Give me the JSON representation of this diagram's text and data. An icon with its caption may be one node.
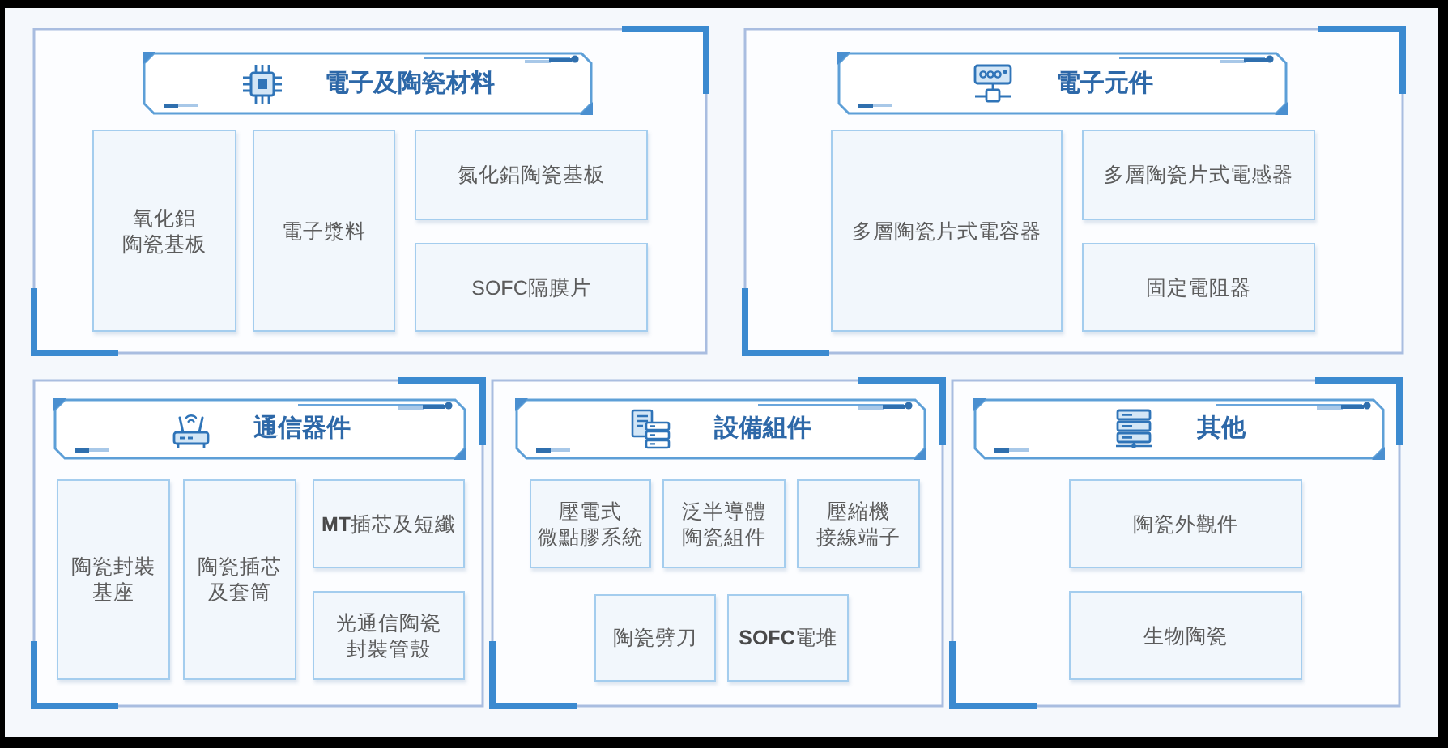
{
  "diagram": {
    "nodes": [
      {
        "text": [
          "電子及陶瓷材料"
        ]
      },
      {
        "text": [
          "氧化鋁陶瓷基板"
        ],
        "in": 0
      },
      {
        "text": [
          "電子漿料"
        ],
        "in": 0
      },
      {
        "text": [
          "氮化鋁陶瓷基板"
        ],
        "in": 0
      },
      {
        "text": [
          "SOFC隔膜片"
        ],
        "in": 0
      },
      {
        "text": [
          "電子元件"
        ]
      },
      {
        "text": [
          "多層陶瓷片式電容器"
        ],
        "in": 5
      },
      {
        "text": [
          "多層陶瓷片式電感器"
        ],
        "in": 5
      },
      {
        "text": [
          "固定電阻器"
        ],
        "in": 5
      },
      {
        "text": [
          "通信器件"
        ]
      },
      {
        "text": [
          "陶瓷封裝基座"
        ],
        "in": 9
      },
      {
        "text": [
          "陶瓷插芯及套筒"
        ],
        "in": 9
      },
      {
        "text": [
          "**MT**插芯及短纖"
        ],
        "in": 9
      },
      {
        "text": [
          "光通信陶瓷封裝管殼"
        ],
        "in": 9
      },
      {
        "text": [
          "設備組件"
        ]
      },
      {
        "text": [
          "壓電式微點膠系統"
        ],
        "in": 14
      },
      {
        "text": [
          "泛半導體陶瓷組件"
        ],
        "in": 14
      },
      {
        "text": [
          "壓縮機接線端子"
        ],
        "in": 14
      },
      {
        "text": [
          "陶瓷劈刀"
        ],
        "in": 14
      },
      {
        "text": [
          "**SOFC**電堆"
        ],
        "in": 14
      },
      {
        "text": [
          "其他"
        ]
      },
      {
        "text": [
          "陶瓷外觀件"
        ],
        "in": 20
      },
      {
        "text": [
          "生物陶瓷"
        ],
        "in": 20
      }
    ]
  }
}
